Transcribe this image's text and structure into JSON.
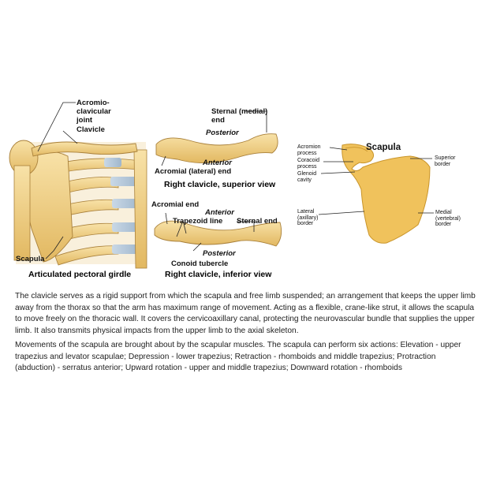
{
  "panel_left": {
    "label_acromioclavicular": "Acromio-\nclavicular\njoint",
    "label_clavicle": "Clavicle",
    "label_scapula": "Scapula",
    "caption": "Articulated pectoral girdle"
  },
  "panel_middle": {
    "superior": {
      "sternal_end": "Sternal (medial)\nend",
      "posterior": "Posterior",
      "anterior": "Anterior",
      "acromial_end": "Acromial (lateral) end",
      "caption": "Right clavicle, superior view"
    },
    "inferior": {
      "acromial_end": "Acromial end",
      "anterior": "Anterior",
      "trapezoid_line": "Trapezoid line",
      "sternal_end": "Sternal end",
      "posterior": "Posterior",
      "conoid_tubercle": "Conoid tubercle",
      "caption": "Right clavicle, inferior view"
    }
  },
  "panel_right": {
    "title": "Scapula",
    "acromion": "Acromion\nprocess",
    "coracoid": "Coracoid\nprocess",
    "glenoid": "Glenoid\ncavity",
    "superior_border": "Superior\nborder",
    "lateral_border": "Lateral\n(axillary)\nborder",
    "medial_border": "Medial\n(vertebral)\nborder"
  },
  "paragraphs": [
    "The clavicle serves as a rigid support from which the scapula and free limb suspended; an arrangement that keeps the upper limb away from the thorax so that the arm has maximum range of movement. Acting as a flexible, crane-like strut, it allows the scapula to move freely on the thoracic wall. It covers the cervicoaxillary canal, protecting the neurovascular bundle that supplies the upper limb. It also transmits physical impacts from the upper limb to the axial skeleton.",
    "Movements of the scapula are brought about by the scapular muscles. The scapula can perform six actions: Elevation - upper trapezius and levator scapulae; Depression - lower trapezius; Retraction  - rhomboids and middle trapezius; Protraction (abduction) - serratus anterior; Upward rotation - upper and middle trapezius; Downward rotation - rhomboids"
  ]
}
